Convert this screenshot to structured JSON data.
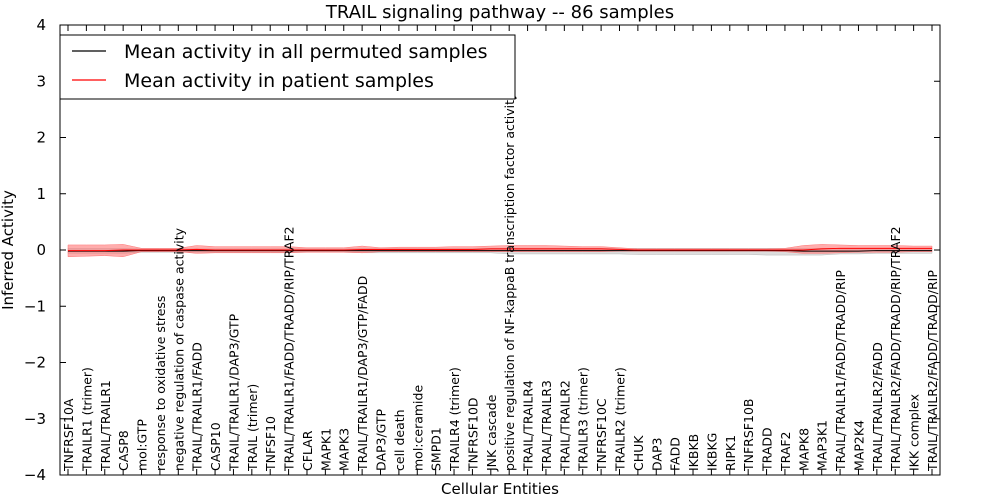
{
  "chart_data": {
    "type": "line",
    "title": "TRAIL signaling pathway -- 86 samples",
    "xlabel": "Cellular Entities",
    "ylabel": "Inferred Activity",
    "ylim": [
      -4,
      4
    ],
    "yticks": [
      4,
      3,
      2,
      1,
      0,
      -1,
      -2,
      -3,
      -4
    ],
    "ytick_labels": [
      "4",
      "3",
      "2",
      "1",
      "0",
      "−1",
      "−2",
      "−3",
      "−4"
    ],
    "grid": false,
    "legend_position": "top-left",
    "categories": [
      "TNFRSF10A",
      "TRAILR1 (trimer)",
      "TRAIL/TRAILR1",
      "CASP8",
      "mol:GTP",
      "response to oxidative stress",
      "negative regulation of caspase activity",
      "TRAIL/TRAILR1/FADD",
      "CASP10",
      "TRAIL/TRAILR1/DAP3/GTP",
      "TRAIL (trimer)",
      "TNFSF10",
      "TRAIL/TRAILR1/FADD/TRADD/RIP/TRAF2",
      "CFLAR",
      "MAPK1",
      "MAPK3",
      "TRAIL/TRAILR1/DAP3/GTP/FADD",
      "DAP3/GTP",
      "cell death",
      "mol:ceramide",
      "SMPD1",
      "TRAILR4 (trimer)",
      "TNFRSF10D",
      "JNK cascade",
      "positive regulation of NF-kappaB transcription factor activity",
      "TRAIL/TRAILR4",
      "TRAIL/TRAILR3",
      "TRAIL/TRAILR2",
      "TRAILR3 (trimer)",
      "TNFRSF10C",
      "TRAILR2 (trimer)",
      "CHUK",
      "DAP3",
      "FADD",
      "IKBKB",
      "IKBKG",
      "RIPK1",
      "TNFRSF10B",
      "TRADD",
      "TRAF2",
      "MAPK8",
      "MAP3K1",
      "TRAIL/TRAILR1/FADD/TRADD/RIP",
      "MAP2K4",
      "TRAIL/TRAILR2/FADD",
      "TRAIL/TRAILR2/FADD/TRADD/RIP/TRAF2",
      "IKK complex",
      "TRAIL/TRAILR2/FADD/TRADD/RIP"
    ],
    "series": [
      {
        "name": "Mean activity in all permuted samples",
        "color": "#000000",
        "band_color": "#bbbbbb",
        "values": [
          -0.02,
          -0.02,
          -0.02,
          -0.02,
          -0.01,
          -0.01,
          -0.01,
          -0.01,
          -0.01,
          -0.01,
          -0.01,
          -0.01,
          -0.01,
          -0.01,
          -0.01,
          -0.01,
          -0.01,
          -0.01,
          -0.01,
          -0.01,
          -0.01,
          -0.01,
          -0.01,
          -0.01,
          -0.01,
          -0.01,
          -0.01,
          -0.01,
          -0.01,
          -0.01,
          -0.01,
          -0.01,
          -0.01,
          -0.01,
          -0.01,
          -0.01,
          -0.01,
          -0.01,
          -0.01,
          -0.01,
          -0.02,
          -0.02,
          -0.02,
          -0.02,
          -0.01,
          -0.01,
          -0.01,
          -0.01
        ],
        "band_upper": [
          0.03,
          0.03,
          0.03,
          0.03,
          0.02,
          0.02,
          0.02,
          0.02,
          0.02,
          0.02,
          0.02,
          0.02,
          0.02,
          0.02,
          0.02,
          0.02,
          0.03,
          0.03,
          0.03,
          0.03,
          0.03,
          0.03,
          0.03,
          0.03,
          0.03,
          0.03,
          0.03,
          0.03,
          0.03,
          0.03,
          0.03,
          0.03,
          0.03,
          0.03,
          0.03,
          0.03,
          0.03,
          0.03,
          0.03,
          0.03,
          0.03,
          0.03,
          0.03,
          0.03,
          0.03,
          0.03,
          0.03,
          0.03
        ],
        "band_lower": [
          -0.06,
          -0.06,
          -0.06,
          -0.06,
          -0.04,
          -0.04,
          -0.04,
          -0.04,
          -0.04,
          -0.04,
          -0.04,
          -0.04,
          -0.04,
          -0.04,
          -0.04,
          -0.04,
          -0.05,
          -0.05,
          -0.05,
          -0.05,
          -0.05,
          -0.05,
          -0.05,
          -0.05,
          -0.07,
          -0.07,
          -0.07,
          -0.07,
          -0.07,
          -0.07,
          -0.07,
          -0.08,
          -0.08,
          -0.08,
          -0.08,
          -0.08,
          -0.08,
          -0.08,
          -0.09,
          -0.09,
          -0.09,
          -0.09,
          -0.07,
          -0.07,
          -0.06,
          -0.06,
          -0.06,
          -0.06
        ]
      },
      {
        "name": "Mean activity in patient samples",
        "color": "#ff0000",
        "band_color": "#ff7777",
        "values": [
          -0.01,
          -0.01,
          -0.01,
          0.0,
          0.0,
          0.0,
          0.0,
          0.01,
          0.0,
          0.0,
          0.0,
          0.0,
          0.0,
          0.0,
          0.0,
          0.0,
          0.01,
          0.01,
          0.01,
          0.01,
          0.01,
          0.01,
          0.01,
          0.02,
          0.02,
          0.02,
          0.02,
          0.02,
          0.02,
          0.02,
          0.01,
          0.0,
          0.0,
          0.0,
          0.0,
          0.0,
          0.0,
          0.0,
          0.0,
          0.0,
          0.0,
          0.02,
          0.03,
          0.03,
          0.03,
          0.03,
          0.03,
          0.03
        ],
        "band_upper": [
          0.09,
          0.09,
          0.09,
          0.1,
          0.03,
          0.03,
          0.03,
          0.08,
          0.06,
          0.06,
          0.06,
          0.06,
          0.06,
          0.04,
          0.04,
          0.04,
          0.07,
          0.04,
          0.05,
          0.05,
          0.05,
          0.06,
          0.06,
          0.07,
          0.08,
          0.08,
          0.08,
          0.07,
          0.06,
          0.06,
          0.04,
          0.02,
          0.02,
          0.02,
          0.02,
          0.02,
          0.02,
          0.02,
          0.02,
          0.03,
          0.08,
          0.1,
          0.09,
          0.08,
          0.08,
          0.08,
          0.07,
          0.07
        ],
        "band_lower": [
          -0.12,
          -0.11,
          -0.1,
          -0.12,
          -0.03,
          -0.03,
          -0.03,
          -0.06,
          -0.05,
          -0.05,
          -0.05,
          -0.05,
          -0.05,
          -0.04,
          -0.04,
          -0.04,
          -0.05,
          -0.03,
          -0.03,
          -0.03,
          -0.03,
          -0.03,
          -0.03,
          -0.03,
          -0.03,
          -0.03,
          -0.03,
          -0.03,
          -0.03,
          -0.03,
          -0.02,
          -0.02,
          -0.02,
          -0.02,
          -0.02,
          -0.02,
          -0.02,
          -0.02,
          -0.02,
          -0.03,
          -0.06,
          -0.06,
          -0.05,
          -0.04,
          -0.04,
          -0.04,
          -0.03,
          -0.03
        ]
      }
    ]
  }
}
